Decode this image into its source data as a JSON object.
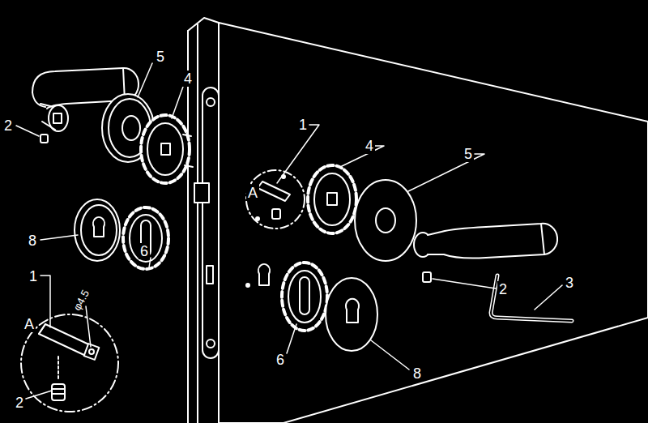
{
  "diagram": {
    "labels": [
      "5",
      "4",
      "2",
      "8",
      "6",
      "1",
      "A",
      "φ4.5",
      "2",
      "1",
      "A",
      "4",
      "5",
      "2",
      "3",
      "6",
      "8"
    ]
  }
}
